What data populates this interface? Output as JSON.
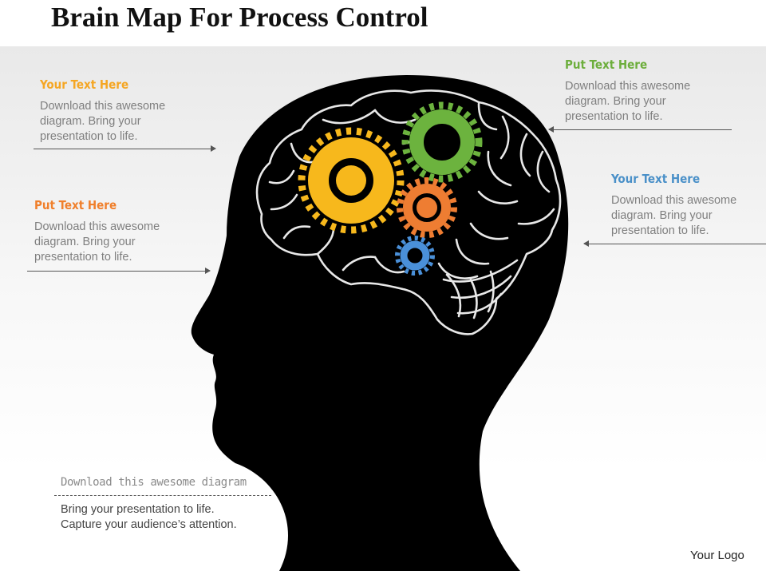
{
  "title": "Brain Map For Process Control",
  "callouts": {
    "top_left": {
      "heading": "Your Text Here",
      "body": [
        "Download this awesome",
        "diagram. Bring your",
        "presentation to life."
      ],
      "color": "#f5a623"
    },
    "mid_left": {
      "heading": "Put Text Here",
      "body": [
        "Download this awesome",
        "diagram. Bring your",
        "presentation to life."
      ],
      "color": "#f07f2b"
    },
    "top_right": {
      "heading": "Put Text Here",
      "body": [
        "Download this awesome",
        "diagram. Bring your",
        "presentation to life."
      ],
      "color": "#6dae3c"
    },
    "mid_right": {
      "heading": "Your Text Here",
      "body": [
        "Download this awesome",
        "diagram. Bring your",
        "presentation to life."
      ],
      "color": "#4a90c8"
    }
  },
  "bottom_box": {
    "heading": "Download this awesome diagram",
    "body": [
      "Bring your presentation to life.",
      "Capture your audience’s attention."
    ]
  },
  "logo": "Your Logo",
  "gears": {
    "yellow": "#f7b81c",
    "green": "#6cb33e",
    "orange": "#ee7d32",
    "blue": "#4a90d9"
  }
}
